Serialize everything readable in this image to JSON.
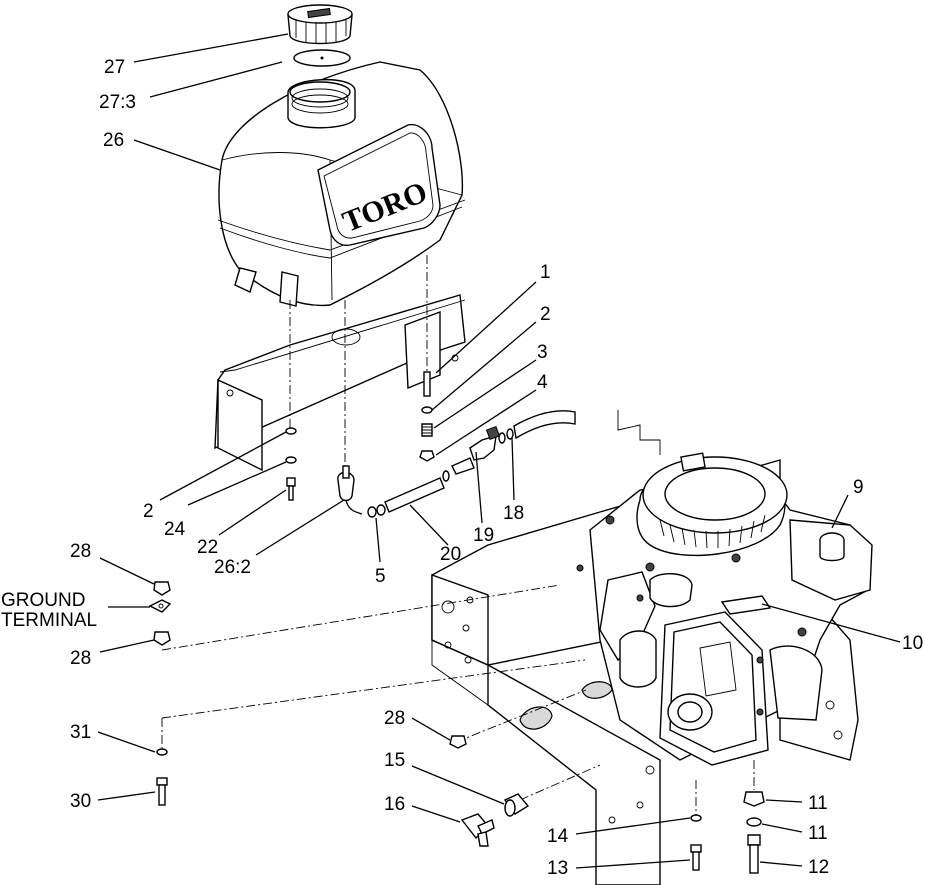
{
  "diagram": {
    "callouts": [
      "27",
      "27:3",
      "26",
      "1",
      "2",
      "3",
      "4",
      "9",
      "18",
      "19",
      "20",
      "5",
      "26:2",
      "22",
      "24",
      "2",
      "GROUND",
      "TERMINAL",
      "28",
      "28",
      "10",
      "31",
      "28",
      "30",
      "15",
      "16",
      "11",
      "11",
      "14",
      "13",
      "12"
    ],
    "logo_text": "TORO"
  }
}
